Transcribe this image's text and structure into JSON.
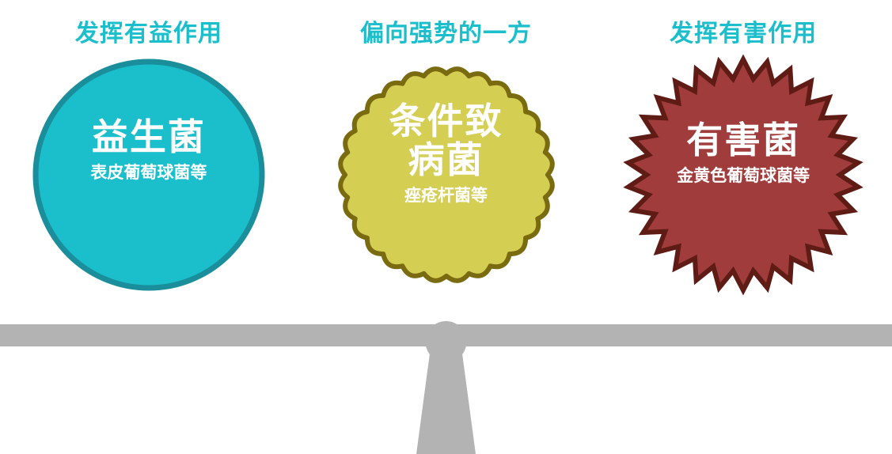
{
  "figure": {
    "kind": "balance-scale-infographic",
    "headings_color": "#1BBECB",
    "beam_color": "#B3B3B3",
    "fulcrum_color": "#B3B3B3"
  },
  "columns": [
    {
      "heading": "发挥有益作用",
      "badge_shape": "circle",
      "title": "益生菌",
      "subtitle": "表皮葡萄球菌等",
      "fill": "#1BBECB",
      "stroke": "#1A8E9B"
    },
    {
      "heading": "偏向强势的一方",
      "badge_shape": "scalloped-burst",
      "title_line1": "条件致",
      "title_line2": "病菌",
      "subtitle": "痤疮杆菌等",
      "fill": "#D4CE52",
      "stroke": "#7A6B10"
    },
    {
      "heading": "发挥有害作用",
      "badge_shape": "spiky-burst",
      "title": "有害菌",
      "subtitle": "金黄色葡萄球菌等",
      "fill": "#A03C3C",
      "stroke": "#5E1C15"
    }
  ]
}
